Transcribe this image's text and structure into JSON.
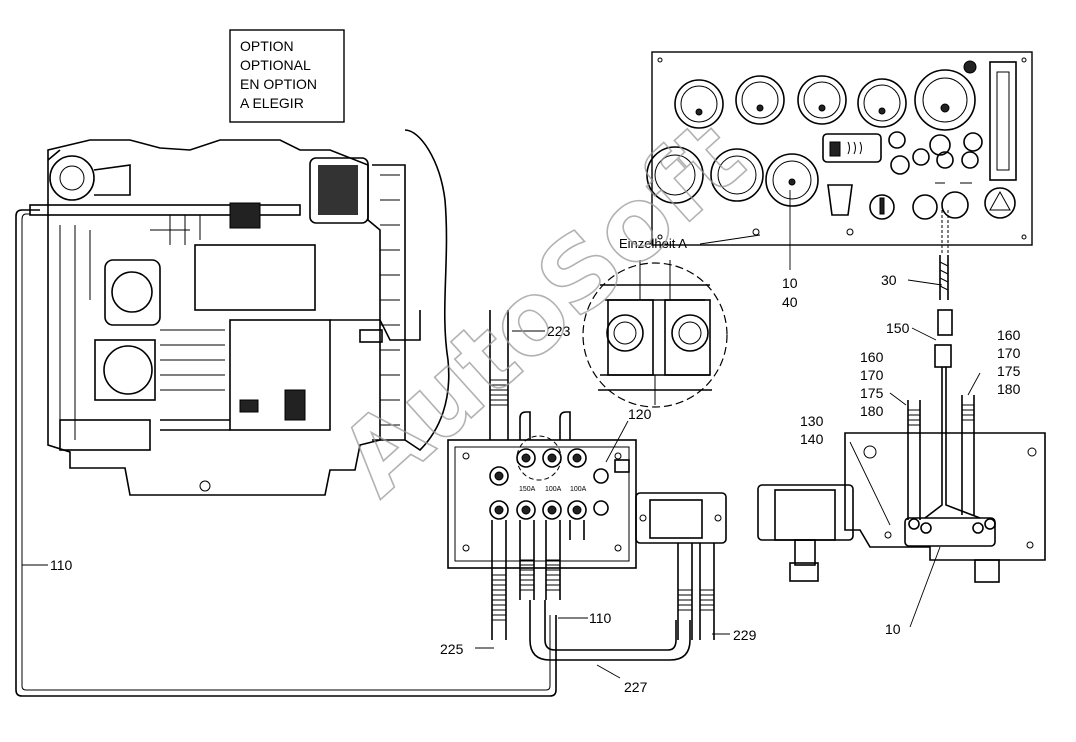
{
  "option_box": {
    "lines": [
      "OPTION",
      "OPTIONAL",
      "EN OPTION",
      "A ELEGIR"
    ]
  },
  "detail_label": "Einzelheit A",
  "watermark": "AutoSoft",
  "callouts": {
    "c10_top": "10",
    "c40": "40",
    "c30": "30",
    "c150": "150",
    "c160_left": "160",
    "c170_left": "170",
    "c175_left": "175",
    "c180_left": "180",
    "c160_right": "160",
    "c170_right": "170",
    "c175_right": "175",
    "c180_right": "180",
    "c130": "130",
    "c140": "140",
    "c10_bottom": "10",
    "c223": "223",
    "c120": "120",
    "c110_left": "110",
    "c110_mid": "110",
    "c225": "225",
    "c227": "227",
    "c229": "229"
  },
  "fuse_ratings": [
    "150A",
    "100A",
    "100A"
  ]
}
